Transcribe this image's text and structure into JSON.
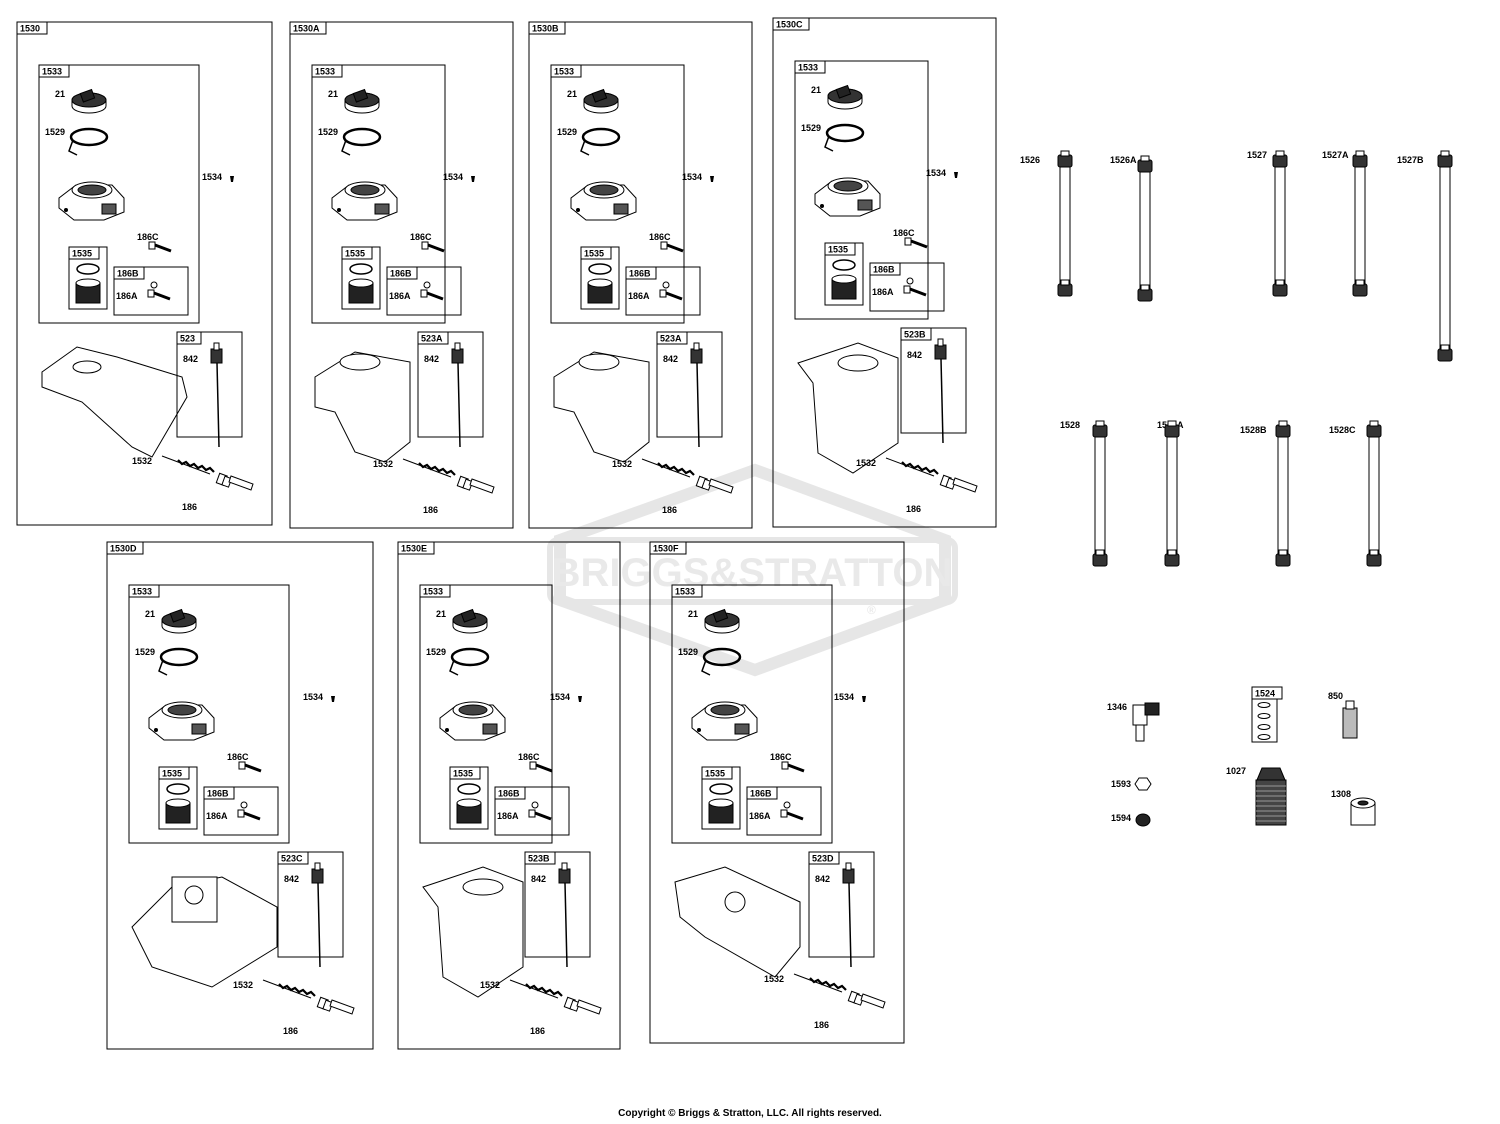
{
  "watermark": {
    "brand_text": "BRIGGS&STRATTON",
    "registered": "®"
  },
  "copyright": "Copyright © Briggs & Stratton, LLC. All rights reserved.",
  "assemblies": [
    {
      "id": "1530",
      "sub": {
        "tank_cap_kit": "1533",
        "cap": "21",
        "gasket": "1529",
        "neck": "1535",
        "screw_kit": "186B",
        "screw_a": "186A",
        "screw_c": "186C"
      },
      "screw": "1534",
      "dipstick_kit": "523",
      "dipstick_part": "842",
      "spring": "1532",
      "fitting": "186"
    },
    {
      "id": "1530A",
      "sub": {
        "tank_cap_kit": "1533",
        "cap": "21",
        "gasket": "1529",
        "neck": "1535",
        "screw_kit": "186B",
        "screw_a": "186A",
        "screw_c": "186C"
      },
      "screw": "1534",
      "dipstick_kit": "523A",
      "dipstick_part": "842",
      "spring": "1532",
      "fitting": "186"
    },
    {
      "id": "1530B",
      "sub": {
        "tank_cap_kit": "1533",
        "cap": "21",
        "gasket": "1529",
        "neck": "1535",
        "screw_kit": "186B",
        "screw_a": "186A",
        "screw_c": "186C"
      },
      "screw": "1534",
      "dipstick_kit": "523A",
      "dipstick_part": "842",
      "spring": "1532",
      "fitting": "186"
    },
    {
      "id": "1530C",
      "sub": {
        "tank_cap_kit": "1533",
        "cap": "21",
        "gasket": "1529",
        "neck": "1535",
        "screw_kit": "186B",
        "screw_a": "186A",
        "screw_c": "186C"
      },
      "screw": "1534",
      "dipstick_kit": "523B",
      "dipstick_part": "842",
      "spring": "1532",
      "fitting": "186"
    },
    {
      "id": "1530D",
      "sub": {
        "tank_cap_kit": "1533",
        "cap": "21",
        "gasket": "1529",
        "neck": "1535",
        "screw_kit": "186B",
        "screw_a": "186A",
        "screw_c": "186C"
      },
      "screw": "1534",
      "dipstick_kit": "523C",
      "dipstick_part": "842",
      "spring": "1532",
      "fitting": "186"
    },
    {
      "id": "1530E",
      "sub": {
        "tank_cap_kit": "1533",
        "cap": "21",
        "gasket": "1529",
        "neck": "1535",
        "screw_kit": "186B",
        "screw_a": "186A",
        "screw_c": "186C"
      },
      "screw": "1534",
      "dipstick_kit": "523B",
      "dipstick_part": "842",
      "spring": "1532",
      "fitting": "186"
    },
    {
      "id": "1530F",
      "sub": {
        "tank_cap_kit": "1533",
        "cap": "21",
        "gasket": "1529",
        "neck": "1535",
        "screw_kit": "186B",
        "screw_a": "186A",
        "screw_c": "186C"
      },
      "screw": "1534",
      "dipstick_kit": "523D",
      "dipstick_part": "842",
      "spring": "1532",
      "fitting": "186"
    }
  ],
  "hoses": [
    "1526",
    "1526A",
    "1527",
    "1527A",
    "1527B",
    "1528",
    "1528A",
    "1528B",
    "1528C"
  ],
  "misc_parts": {
    "elbow": "1346",
    "seal_kit": "1524",
    "sealant": "850",
    "nut": "1593",
    "cap_small": "1594",
    "filter": "1027",
    "bushing": "1308"
  }
}
